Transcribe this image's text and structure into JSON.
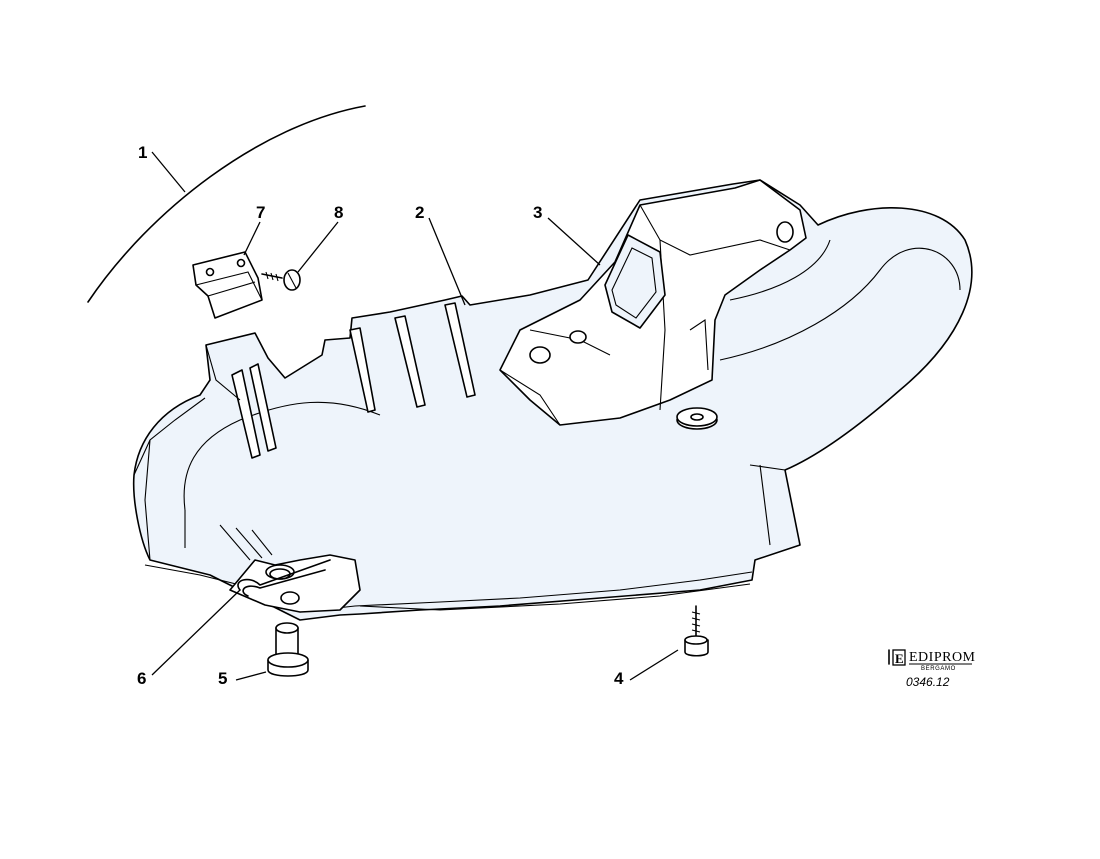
{
  "callouts": {
    "c1": "1",
    "c2": "2",
    "c3": "3",
    "c4": "4",
    "c5": "5",
    "c6": "6",
    "c7": "7",
    "c8": "8"
  },
  "logo": {
    "mark": "E",
    "name": "EDIPROM",
    "city": "BERGAMO"
  },
  "drawing_code": "0346.12"
}
